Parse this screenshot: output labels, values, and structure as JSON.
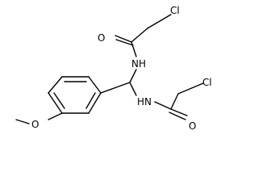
{
  "molecule": {
    "atoms": {
      "cl_top": "Cl",
      "o_top": "O",
      "nh_top": "NH",
      "nh_bottom": "HN",
      "o_bottom": "O",
      "cl_bottom": "Cl",
      "o_methoxy": "O"
    }
  },
  "colors": {
    "bond": "#000000",
    "atom_label": "#000000",
    "background": "#ffffff"
  }
}
